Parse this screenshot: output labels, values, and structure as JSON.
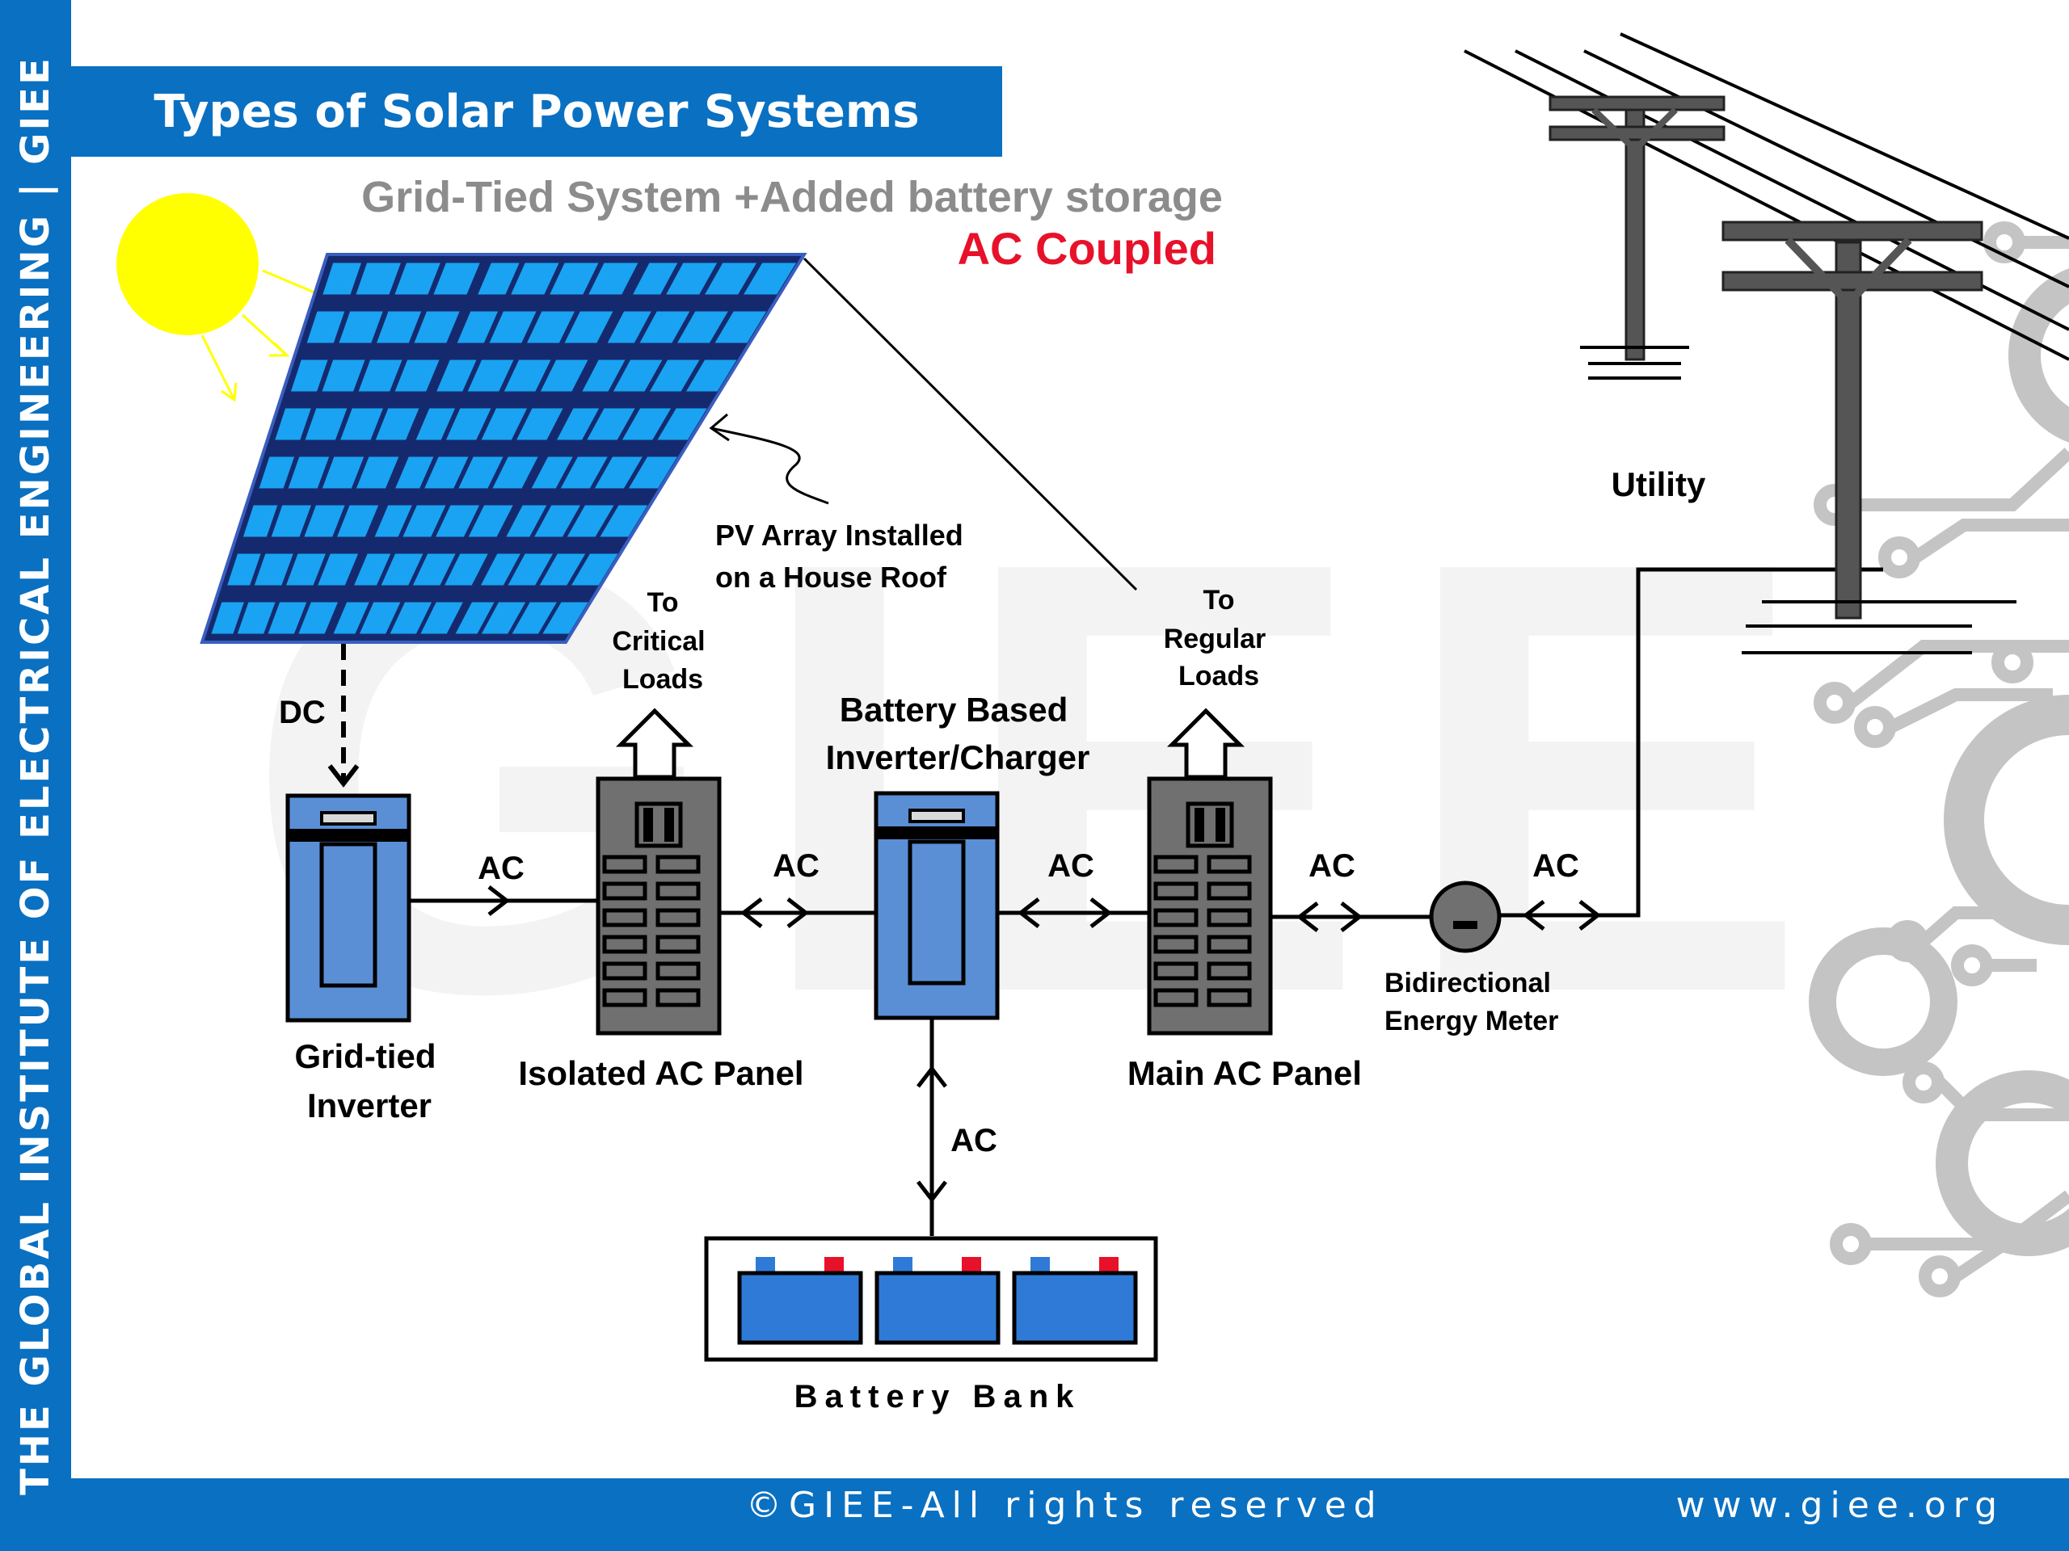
{
  "sidebar": {
    "text": "THE GLOBAL INSTITUTE OF ELECTRICAL ENGINEERING | GIEE"
  },
  "header": {
    "title": "Types of Solar Power Systems"
  },
  "subtitle": "Grid-Tied System +Added battery storage",
  "coupling": "AC Coupled",
  "watermark": "GIEE",
  "labels": {
    "pv_array": [
      "PV Array Installed",
      "on a House Roof"
    ],
    "dc": "DC",
    "ac": "AC",
    "critical_loads": [
      "To",
      "Critical",
      "Loads"
    ],
    "regular_loads": [
      "To",
      "Regular",
      "Loads"
    ],
    "battery_inverter": [
      "Battery Based",
      "Inverter/Charger"
    ],
    "utility": "Utility",
    "grid_tied_inverter": [
      "Grid-tied",
      "Inverter"
    ],
    "isolated_panel": "Isolated AC Panel",
    "main_panel": "Main AC Panel",
    "meter": [
      "Bidirectional",
      "Energy Meter"
    ],
    "battery_bank": "Battery Bank"
  },
  "footer": {
    "copyright": "©GIEE-All rights reserved",
    "url": "www.giee.org"
  },
  "colors": {
    "brand_blue": "#0a70c2",
    "panel_navy": "#152a6e",
    "cell_blue": "#1aa3f2",
    "device_blue": "#5a8fd6",
    "battery_blue": "#2f7ad6",
    "terminal_red": "#e8112a",
    "sun_yellow": "#ffff00",
    "subtitle_gray": "#8c8c8c",
    "accent_red": "#e8112a",
    "ac_panel_gray": "#707070"
  }
}
